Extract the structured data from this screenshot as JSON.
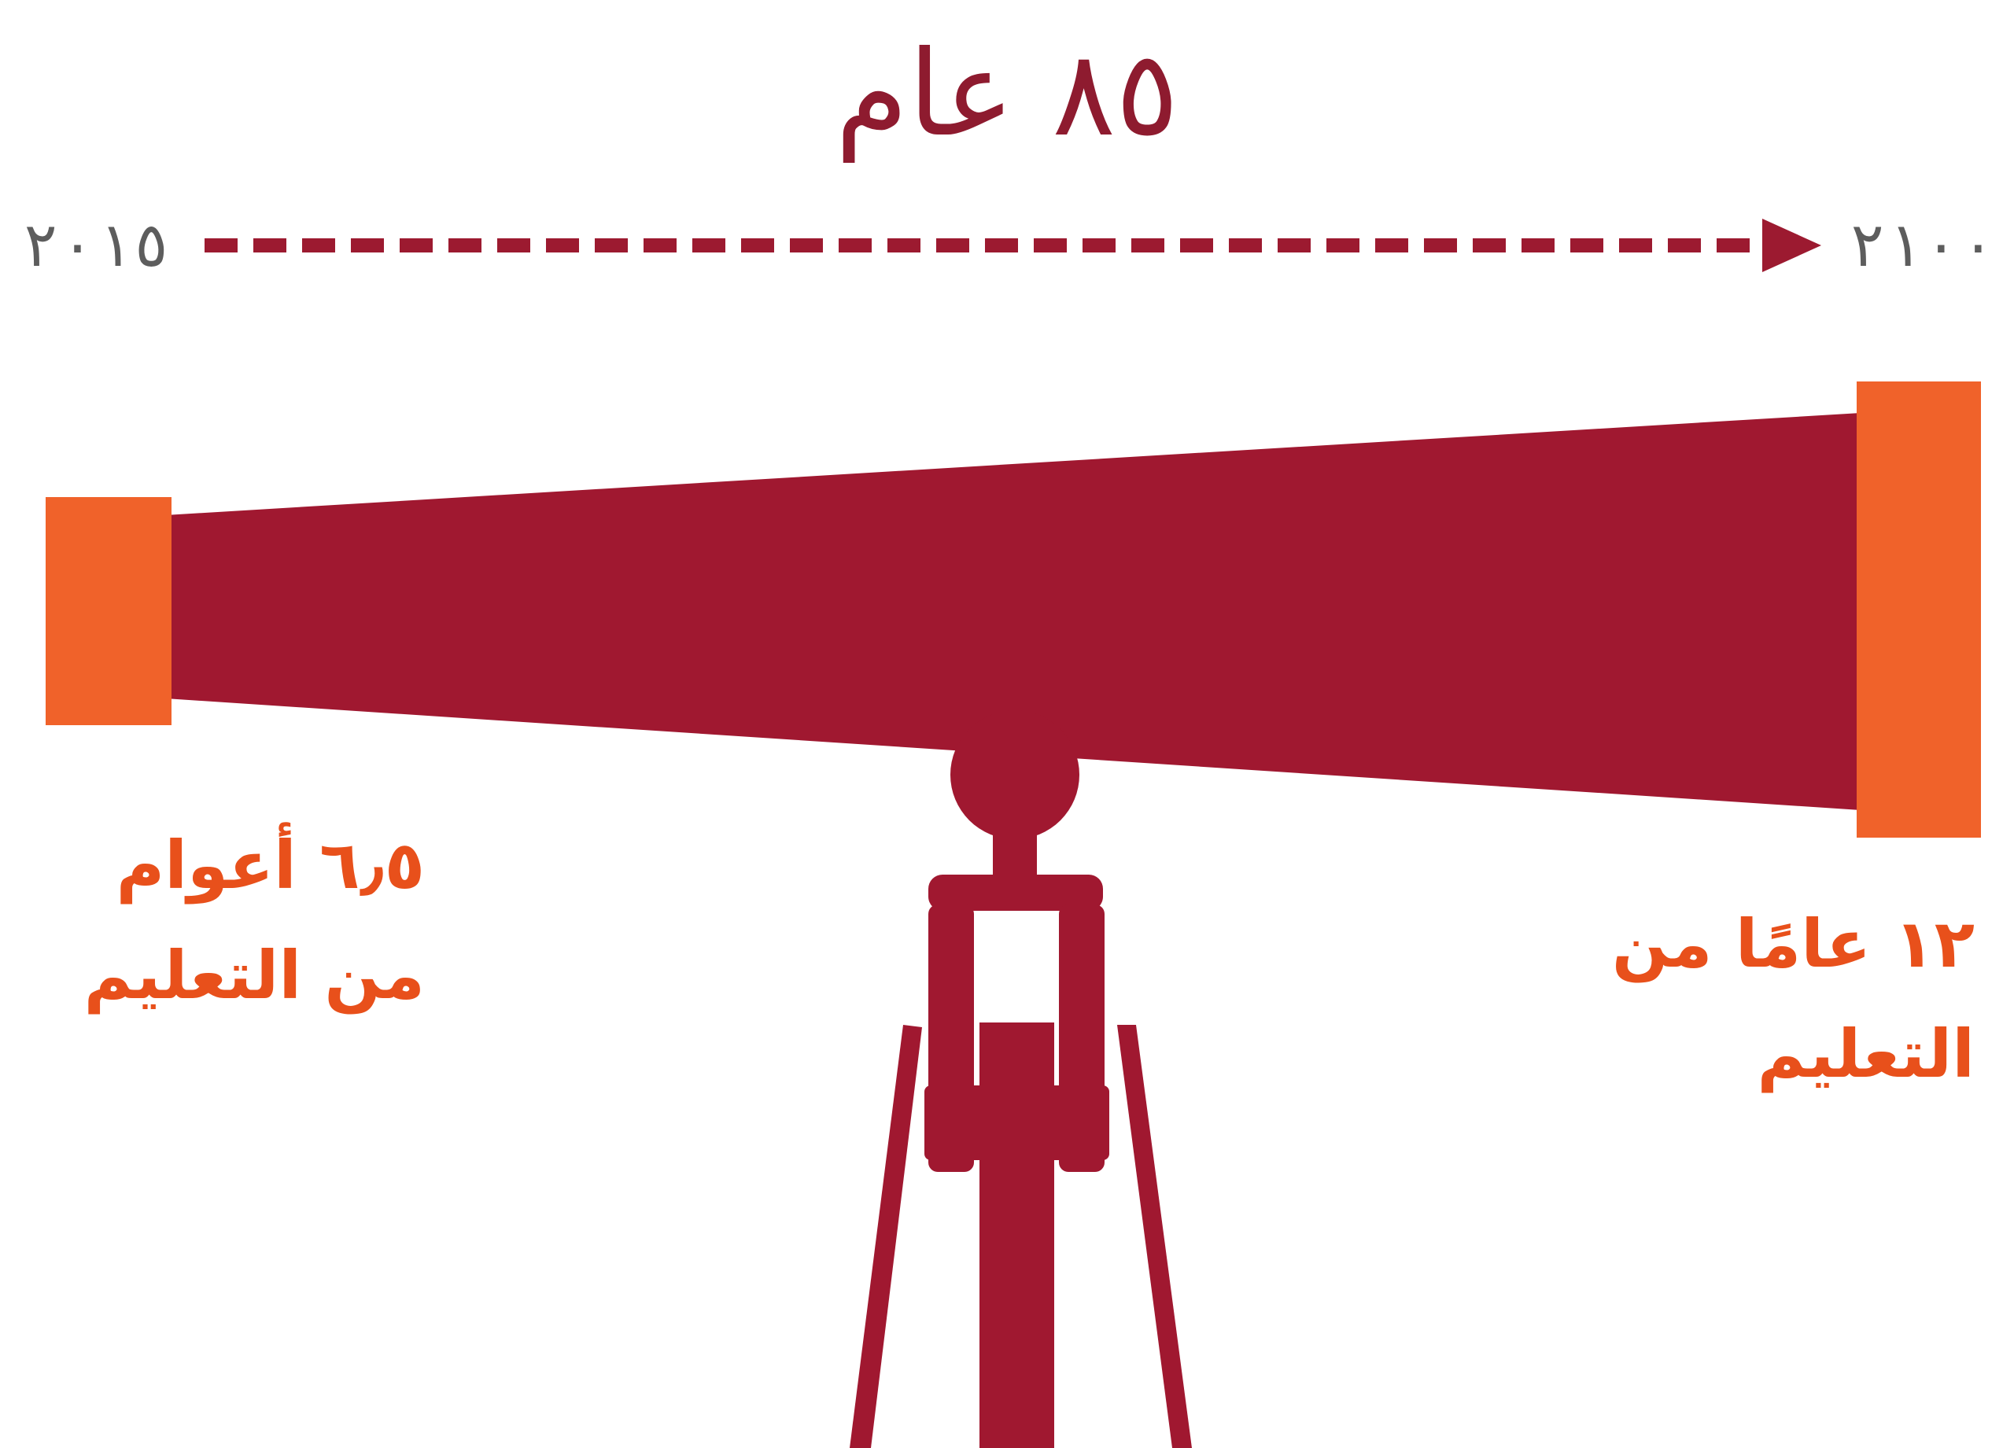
{
  "title": "٨٥ عام",
  "timeline": {
    "start_year": "٢٠١٥",
    "end_year": "٢١٠٠"
  },
  "captions": {
    "left": "٦٫٥ أعوام من التعليم",
    "right": "١٢ عامًا من التعليم"
  },
  "colors": {
    "title": "#8e1b2f",
    "telescope_body": "#a01830",
    "lens": "#f0622a",
    "caption": "#e8501b",
    "year_text": "#5d5d5d"
  }
}
